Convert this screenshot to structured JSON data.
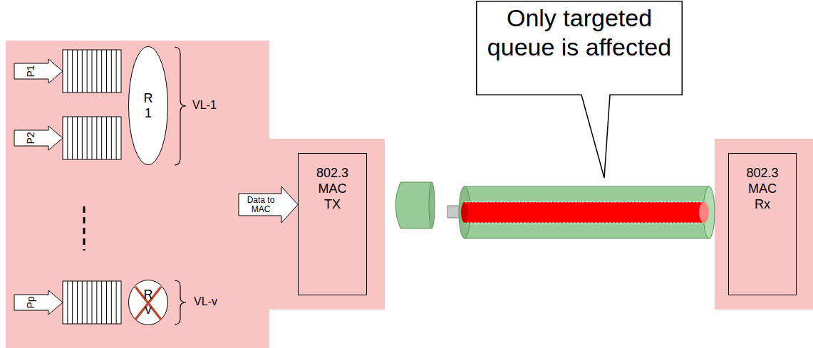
{
  "diagram": {
    "nodes": [
      {
        "text": [
          "P1"
        ]
      },
      {
        "text": [
          "P2"
        ]
      },
      {
        "text": [
          "R 1"
        ]
      },
      {
        "text": [
          "Pp"
        ]
      },
      {
        "text": [
          "R v"
        ]
      },
      {
        "text": [
          "Data to MAC"
        ]
      },
      {
        "text": [
          "802.3 MAC TX"
        ]
      },
      {
        "text": [
          "Only targeted queue is affected"
        ]
      },
      {
        "text": [
          "802.3 MAC Rx"
        ]
      }
    ],
    "labels": [
      "VL-1",
      "VL-v"
    ]
  }
}
